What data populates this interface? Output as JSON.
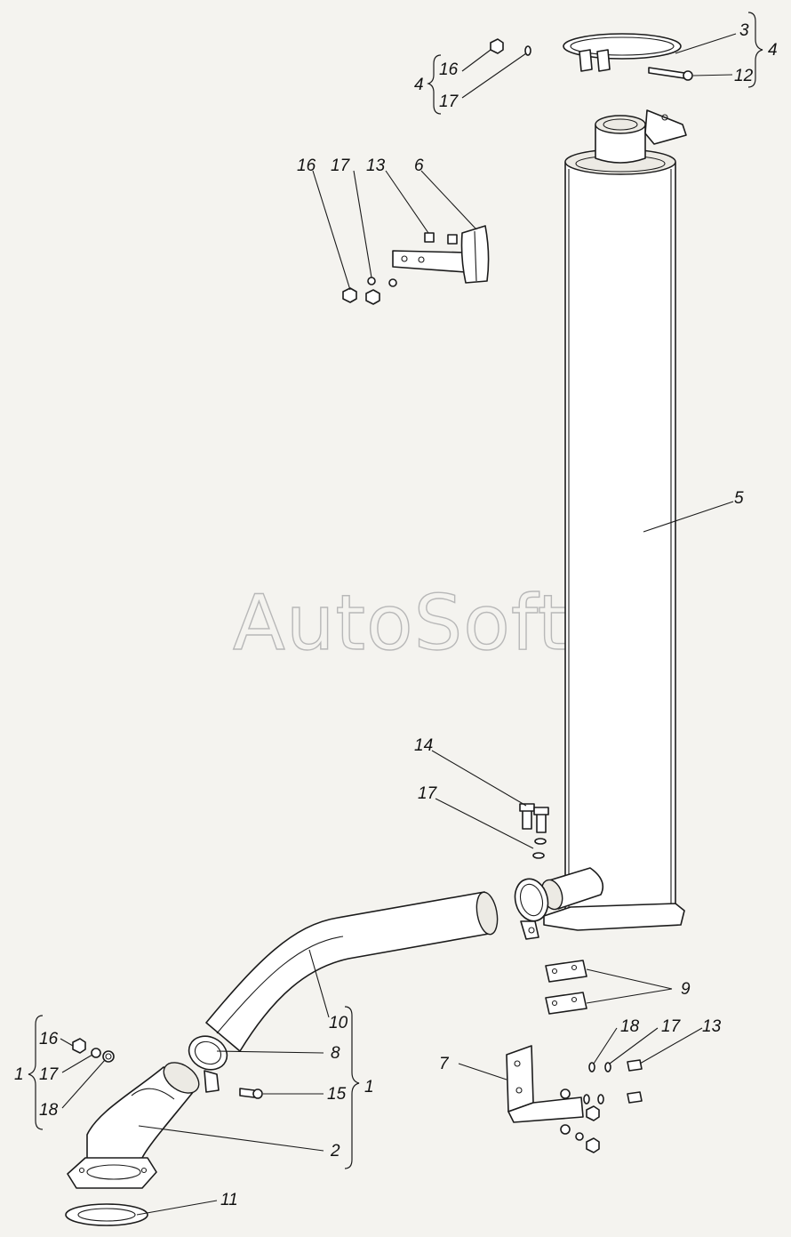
{
  "watermark": "AutoSoft",
  "callouts": {
    "c1a": "1",
    "c1b": "1",
    "c2": "2",
    "c3": "3",
    "c4a": "4",
    "c4b": "4",
    "c5": "5",
    "c6": "6",
    "c7": "7",
    "c8": "8",
    "c9": "9",
    "c10": "10",
    "c11": "11",
    "c12": "12",
    "c13a": "13",
    "c13b": "13",
    "c14": "14",
    "c15": "15",
    "c16a": "16",
    "c16b": "16",
    "c16c": "16",
    "c17a": "17",
    "c17b": "17",
    "c17c": "17",
    "c17d": "17",
    "c17e": "17",
    "c18a": "18",
    "c18b": "18"
  }
}
